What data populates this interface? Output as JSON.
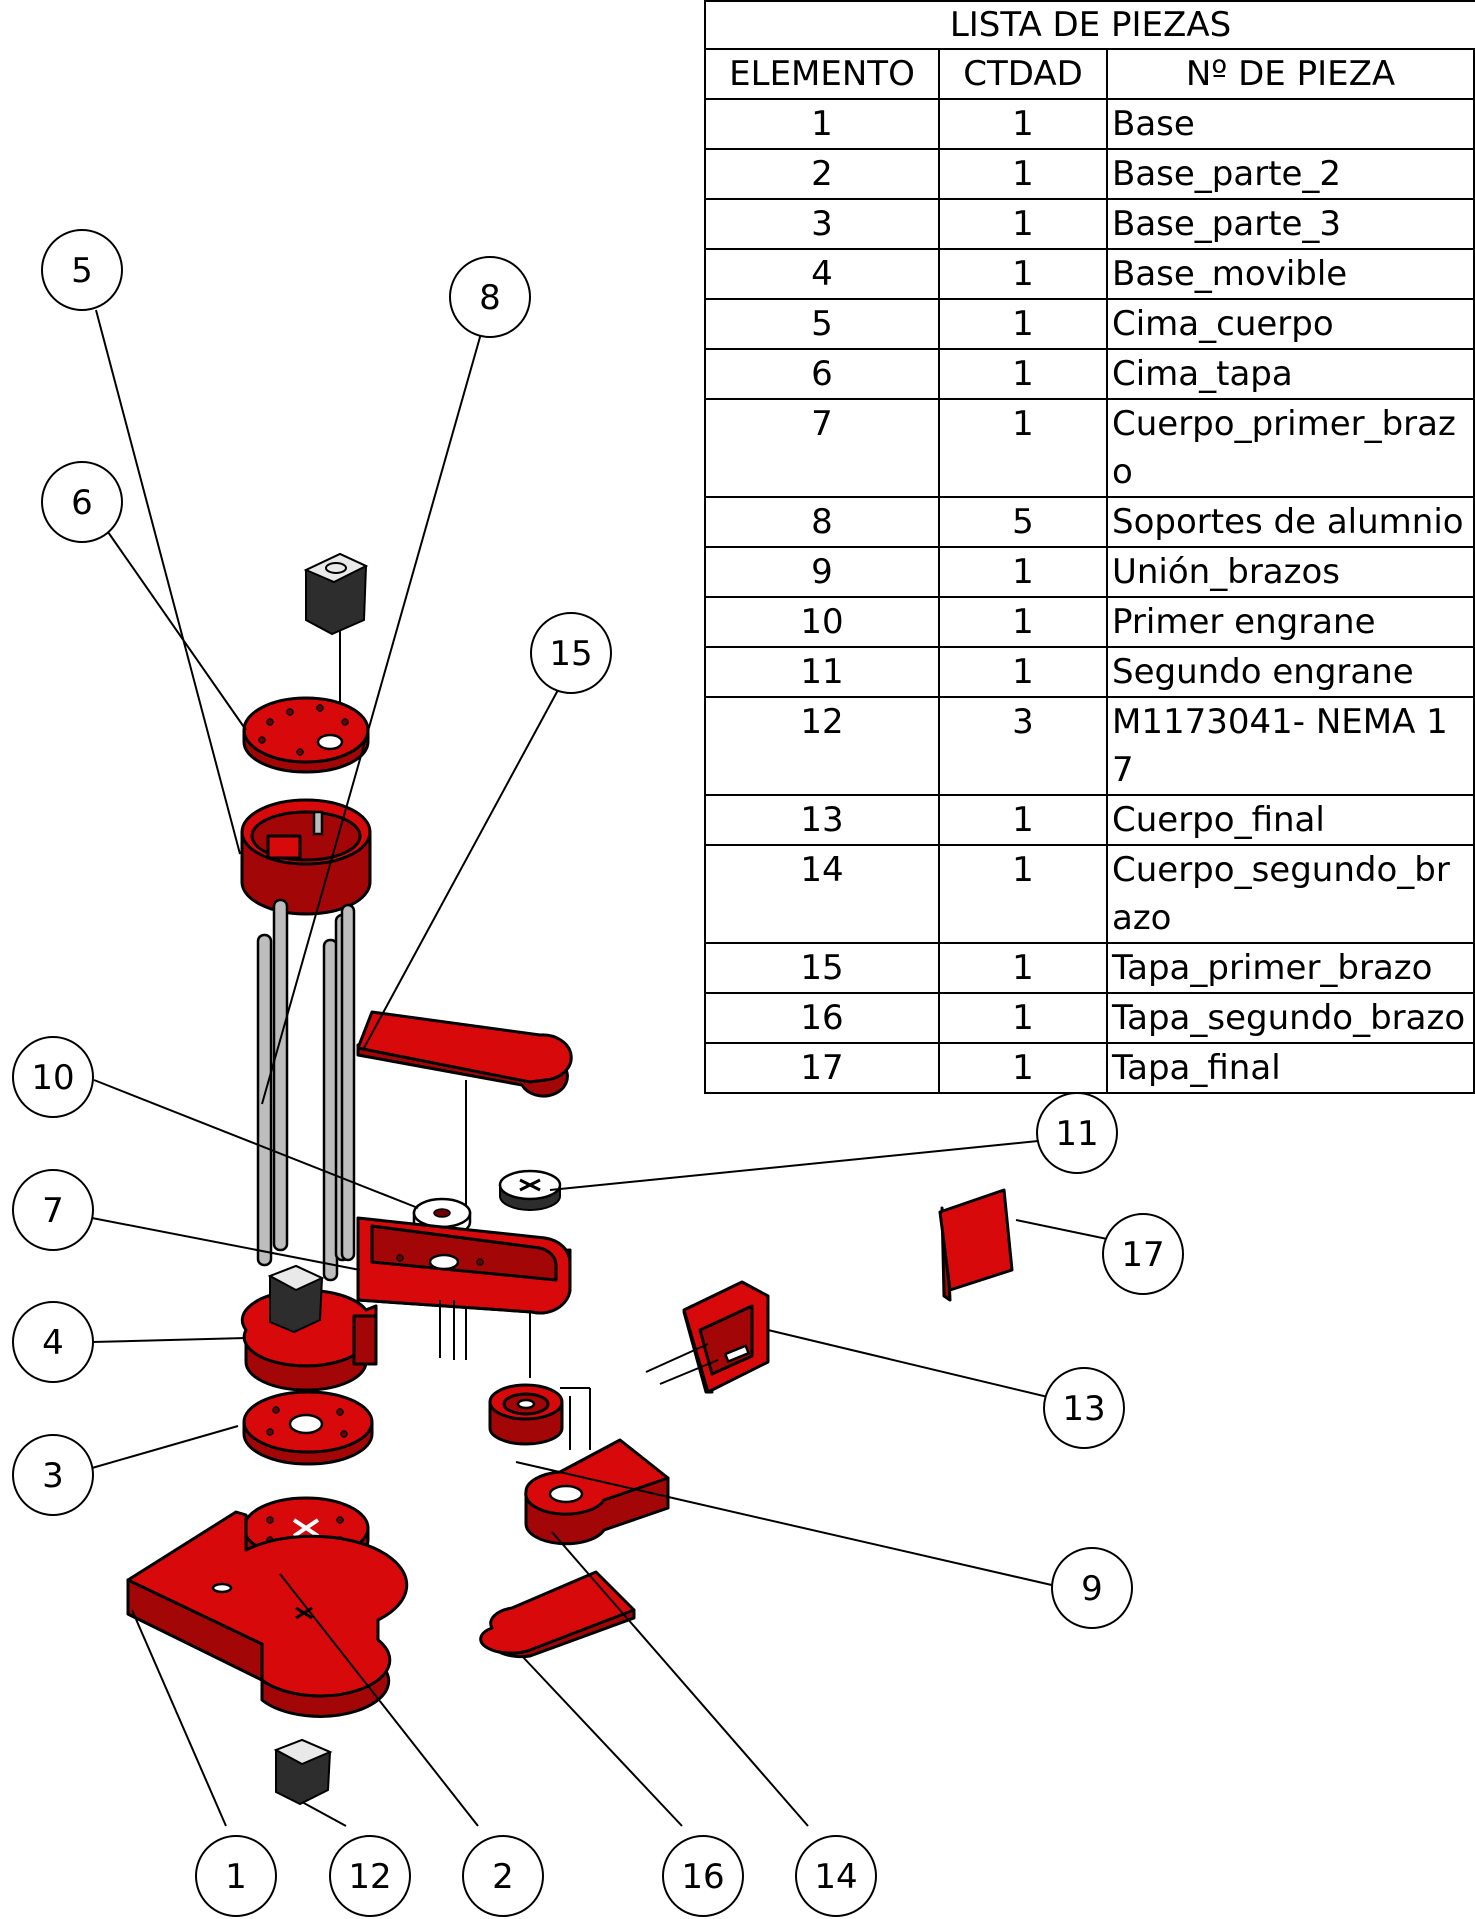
{
  "parts_list": {
    "title": "LISTA DE PIEZAS",
    "columns": [
      "ELEMENTO",
      "CTDAD",
      "Nº DE PIEZA"
    ],
    "rows": [
      {
        "item": "1",
        "qty": "1",
        "part": "Base"
      },
      {
        "item": "2",
        "qty": "1",
        "part": "Base_parte_2"
      },
      {
        "item": "3",
        "qty": "1",
        "part": "Base_parte_3"
      },
      {
        "item": "4",
        "qty": "1",
        "part": "Base_movible"
      },
      {
        "item": "5",
        "qty": "1",
        "part": "Cima_cuerpo"
      },
      {
        "item": "6",
        "qty": "1",
        "part": "Cima_tapa"
      },
      {
        "item": "7",
        "qty": "1",
        "part": "Cuerpo_primer_brazo"
      },
      {
        "item": "8",
        "qty": "5",
        "part": "Soportes de alumnio"
      },
      {
        "item": "9",
        "qty": "1",
        "part": "Unión_brazos"
      },
      {
        "item": "10",
        "qty": "1",
        "part": "Primer engrane"
      },
      {
        "item": "11",
        "qty": "1",
        "part": "Segundo engrane"
      },
      {
        "item": "12",
        "qty": "3",
        "part": "M1173041- NEMA 17"
      },
      {
        "item": "13",
        "qty": "1",
        "part": "Cuerpo_final"
      },
      {
        "item": "14",
        "qty": "1",
        "part": "Cuerpo_segundo_brazo"
      },
      {
        "item": "15",
        "qty": "1",
        "part": "Tapa_primer_brazo"
      },
      {
        "item": "16",
        "qty": "1",
        "part": "Tapa_segundo_brazo"
      },
      {
        "item": "17",
        "qty": "1",
        "part": "Tapa_final"
      }
    ]
  },
  "balloons": [
    "5",
    "8",
    "6",
    "15",
    "10",
    "11",
    "7",
    "17",
    "4",
    "13",
    "3",
    "9",
    "1",
    "12",
    "2",
    "16",
    "14"
  ],
  "colors": {
    "part": "#d8090a",
    "rod": "#bdbdbd",
    "line": "#000000"
  }
}
